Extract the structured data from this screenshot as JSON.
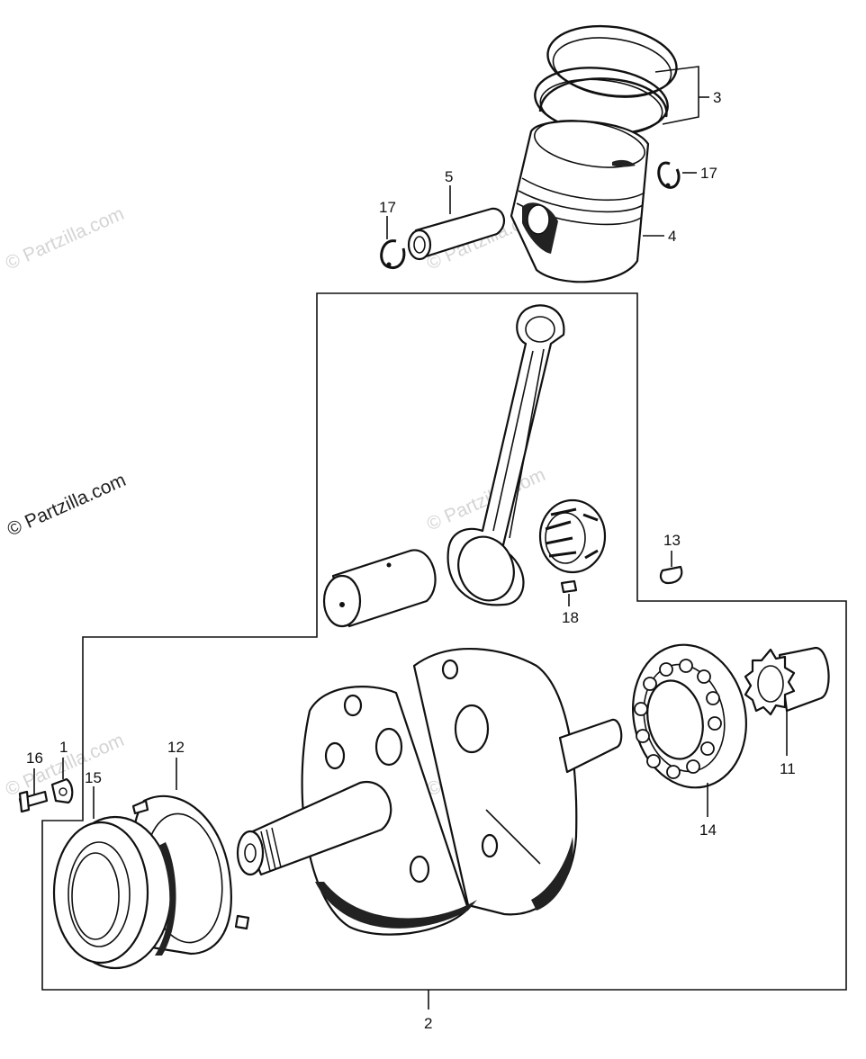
{
  "watermark": {
    "main": "© Partzilla.com",
    "faint": "© Partzilla.com"
  },
  "callouts": {
    "c1": "1",
    "c2": "2",
    "c3": "3",
    "c4": "4",
    "c5": "5",
    "c11": "11",
    "c12": "12",
    "c13": "13",
    "c14": "14",
    "c15": "15",
    "c16": "16",
    "c17a": "17",
    "c17b": "17",
    "c18": "18"
  }
}
